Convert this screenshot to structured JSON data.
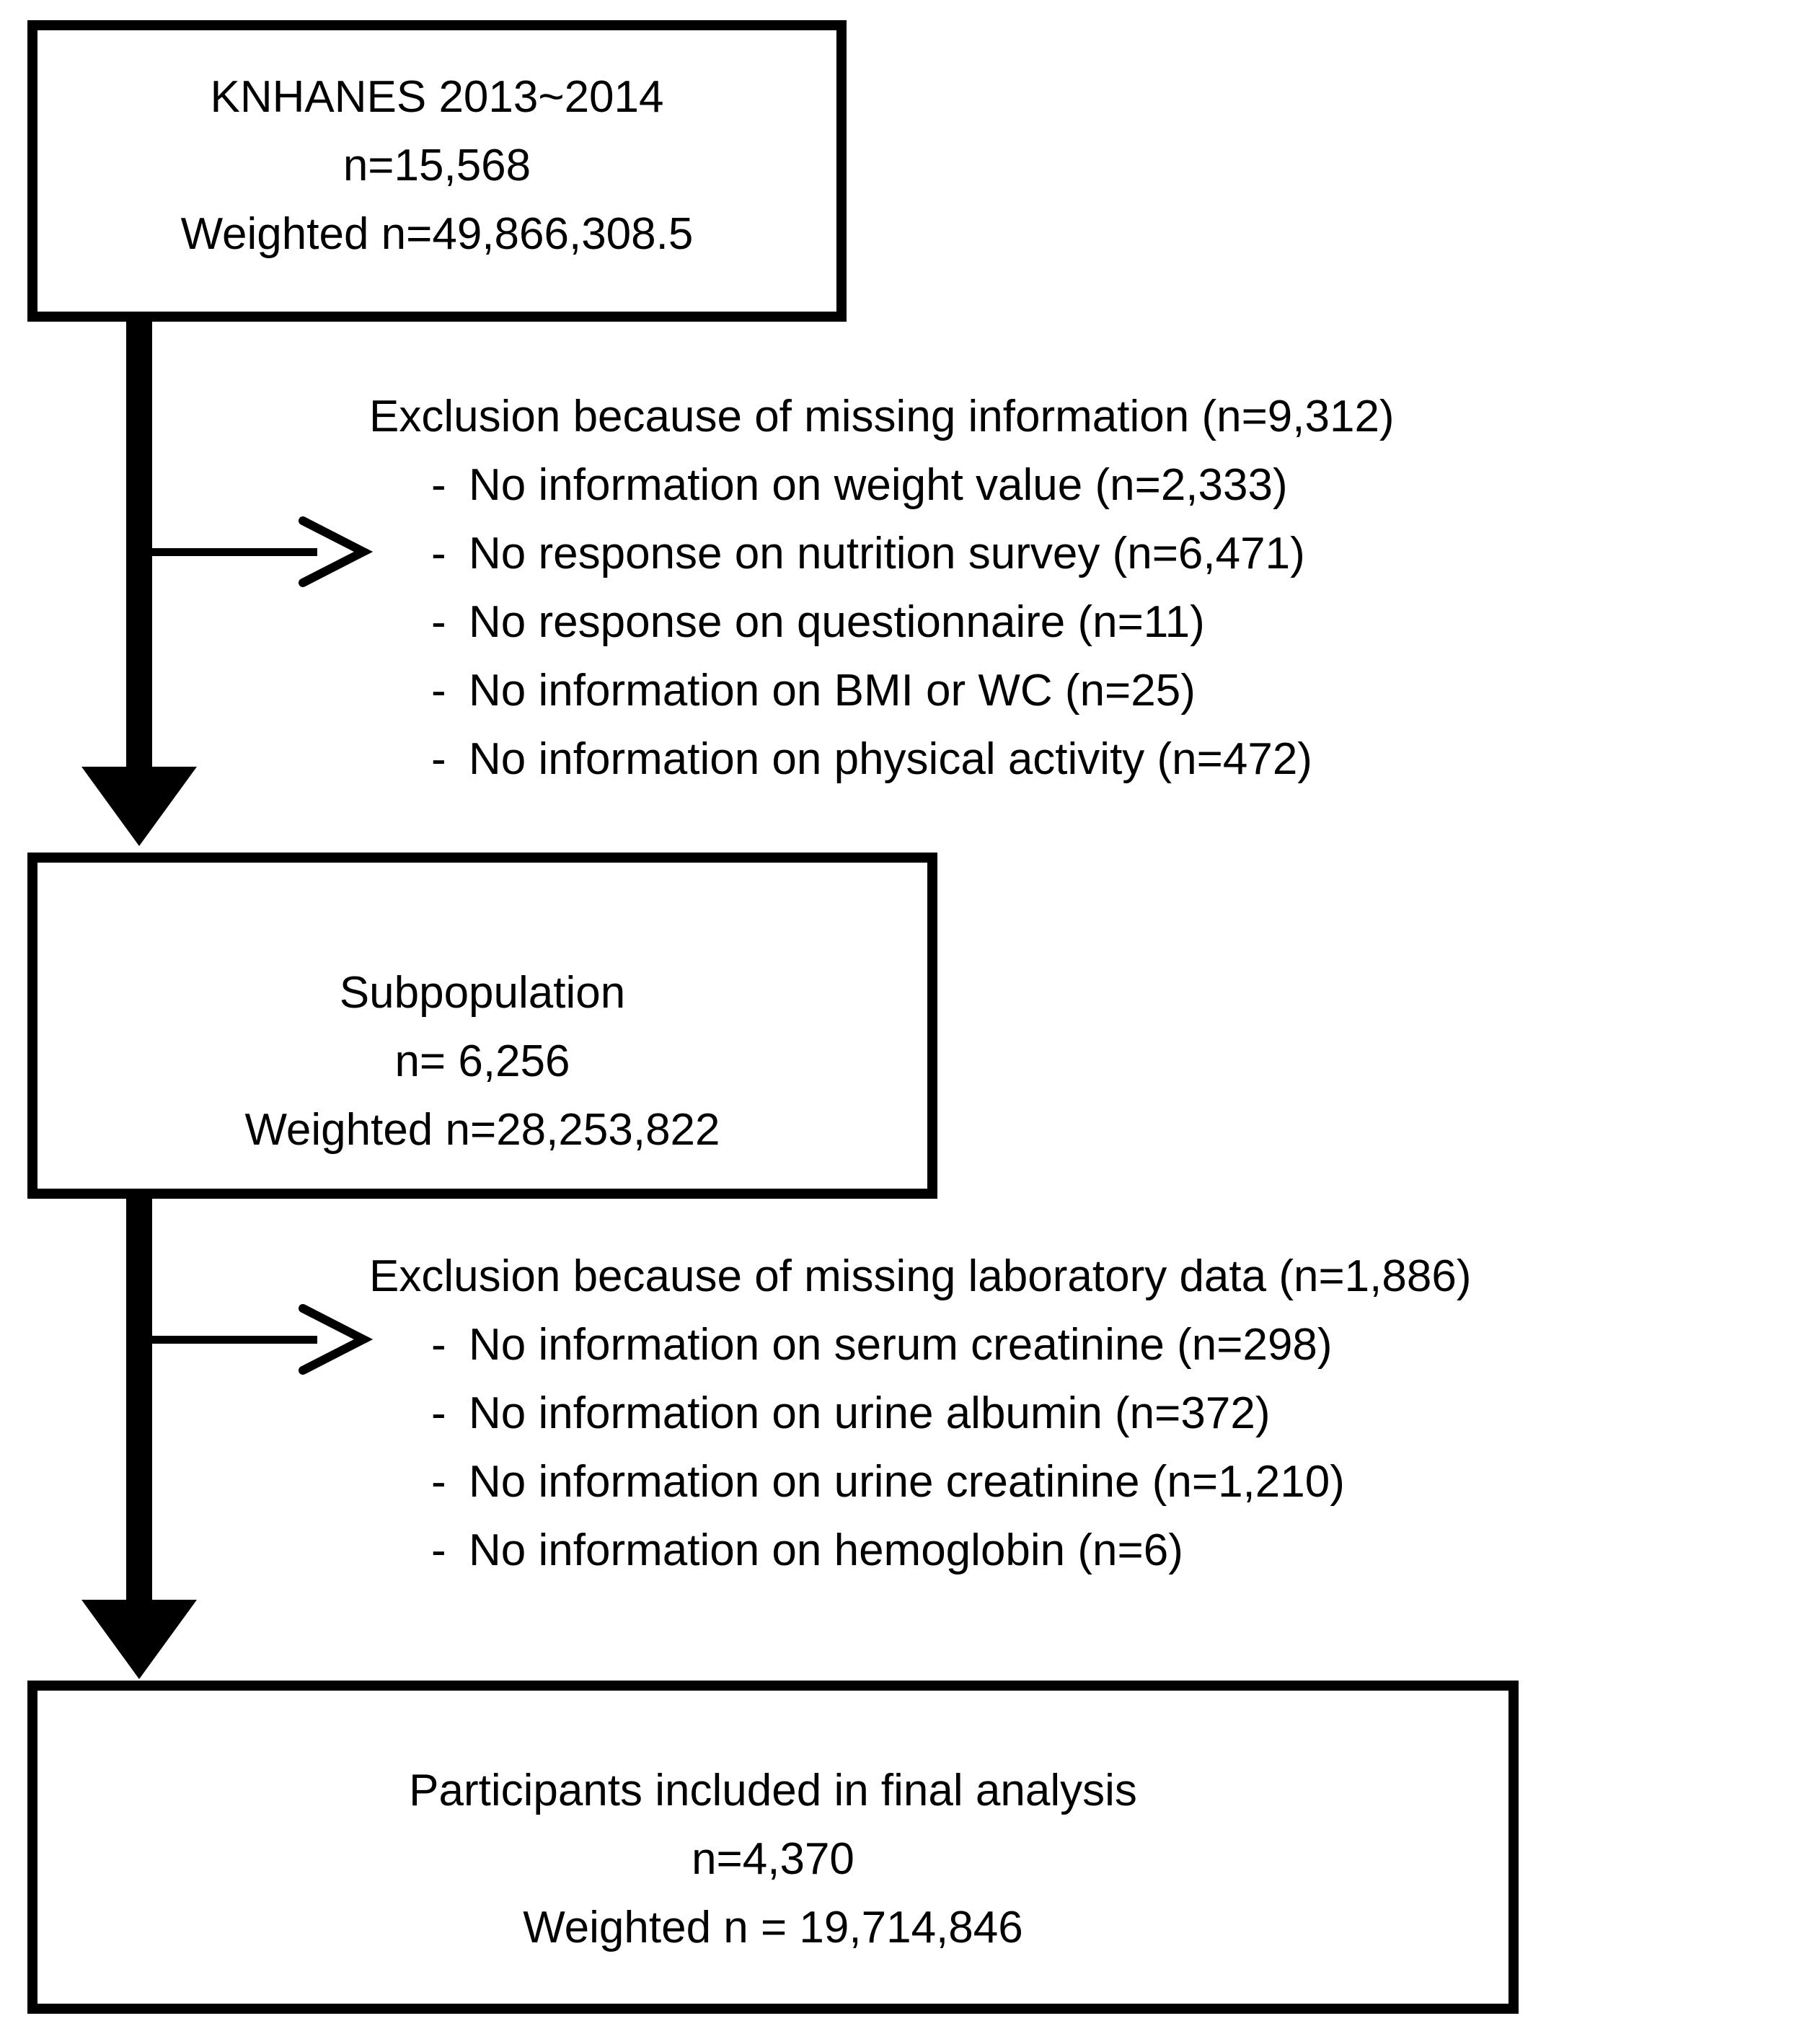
{
  "diagram": {
    "title": "Study participant selection flowchart",
    "type": "flowchart",
    "stroke_color": "#000000",
    "background_color": "#ffffff"
  },
  "boxes": [
    {
      "id": "source-population",
      "lines": [
        "KNHANES 2013~2014",
        "n=15,568",
        "Weighted  n=49,866,308.5"
      ]
    },
    {
      "id": "subpopulation",
      "lines": [
        "Subpopulation",
        "n= 6,256",
        "Weighted  n=28,253,822"
      ]
    },
    {
      "id": "final-analysis",
      "lines": [
        "Participants  included  in final  analysis",
        "n=4,370",
        "Weighted  n = 19,714,846"
      ]
    }
  ],
  "exclusions": [
    {
      "id": "missing-information",
      "title": "Exclusion because of missing information  (n=9,312)",
      "items": [
        "No information  on weight value (n=2,333)",
        "No response on nutrition  survey (n=6,471)",
        "No response on questionnaire  (n=11)",
        "No information  on BMI or WC (n=25)",
        "No information  on physical  activity (n=472)"
      ]
    },
    {
      "id": "missing-laboratory-data",
      "title": "Exclusion because of missing laboratory  data (n=1,886)",
      "items": [
        "No information  on serum creatinine  (n=298)",
        "No information  on urine albumin  (n=372)",
        "No information  on urine creatinine  (n=1,210)",
        "No information  on hemoglobin  (n=6)"
      ]
    }
  ],
  "bullet": "-"
}
